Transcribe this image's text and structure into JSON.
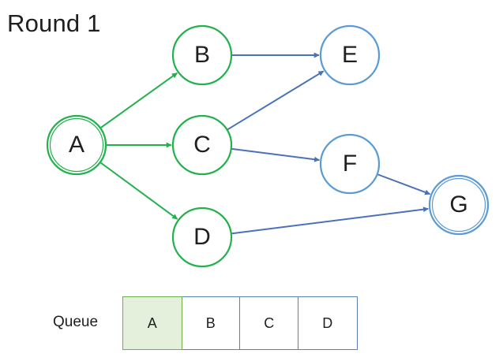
{
  "title": "Round 1",
  "colors": {
    "visited": "#22b14c",
    "unvisited": "#5b9bd5",
    "visited_edge": "#22b14c",
    "unvisited_edge": "#4a72b8",
    "queue_head_fill": "#e4efdc",
    "queue_border": "#5b7fbd"
  },
  "nodes": [
    {
      "id": "A",
      "label": "A",
      "state": "visited",
      "double": true
    },
    {
      "id": "B",
      "label": "B",
      "state": "visited",
      "double": false
    },
    {
      "id": "C",
      "label": "C",
      "state": "visited",
      "double": false
    },
    {
      "id": "D",
      "label": "D",
      "state": "visited",
      "double": false
    },
    {
      "id": "E",
      "label": "E",
      "state": "unvisited",
      "double": false
    },
    {
      "id": "F",
      "label": "F",
      "state": "unvisited",
      "double": false
    },
    {
      "id": "G",
      "label": "G",
      "state": "unvisited",
      "double": true
    }
  ],
  "edges": [
    {
      "from": "A",
      "to": "B",
      "state": "visited"
    },
    {
      "from": "A",
      "to": "C",
      "state": "visited"
    },
    {
      "from": "A",
      "to": "D",
      "state": "visited"
    },
    {
      "from": "B",
      "to": "E",
      "state": "unvisited"
    },
    {
      "from": "C",
      "to": "E",
      "state": "unvisited"
    },
    {
      "from": "C",
      "to": "F",
      "state": "unvisited"
    },
    {
      "from": "F",
      "to": "G",
      "state": "unvisited"
    },
    {
      "from": "D",
      "to": "G",
      "state": "unvisited"
    }
  ],
  "queue": {
    "label": "Queue",
    "items": [
      "A",
      "B",
      "C",
      "D"
    ],
    "head_index": 0
  }
}
